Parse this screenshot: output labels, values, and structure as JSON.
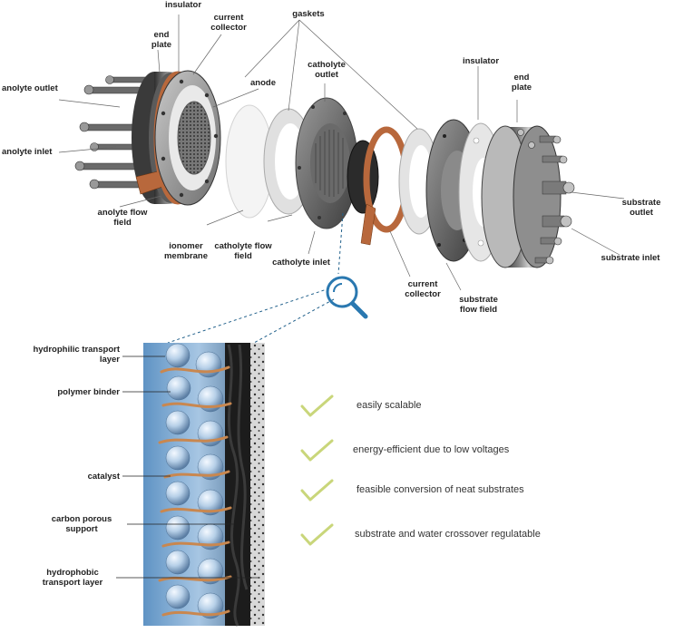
{
  "labels": {
    "insulator_left": "insulator",
    "end_plate_left": "end\nplate",
    "current_collector_left": "current\ncollector",
    "gaskets": "gaskets",
    "anode": "anode",
    "catholyte_outlet": "catholyte\noutlet",
    "insulator_right": "insulator",
    "end_plate_right": "end\nplate",
    "anolyte_outlet": "anolyte outlet",
    "anolyte_inlet": "anolyte inlet",
    "anolyte_flow_field": "anolyte flow\nfield",
    "ionomer_membrane": "ionomer\nmembrane",
    "catholyte_flow_field": "catholyte flow\nfield",
    "catholyte_inlet": "catholyte inlet",
    "current_collector_right": "current\ncollector",
    "substrate_flow_field": "substrate\nflow field",
    "substrate_outlet": "substrate\noutlet",
    "substrate_inlet": "substrate inlet"
  },
  "layer_labels": {
    "hydrophilic": "hydrophilic transport\nlayer",
    "binder": "polymer binder",
    "catalyst": "catalyst",
    "carbon": "carbon porous\nsupport",
    "hydrophobic": "hydrophobic\ntransport layer"
  },
  "advantages": [
    "easily scalable",
    "energy-efficient due to low voltages",
    "feasible conversion of neat substrates",
    "substrate and water crossover regulatable"
  ],
  "colors": {
    "check": "#c9d67a",
    "dashed": "#1f5f8a",
    "magnifier": "#2a78b0",
    "copper": "#b8683c"
  },
  "icons": {
    "magnifier": "magnifier-icon",
    "check": "check-icon"
  }
}
